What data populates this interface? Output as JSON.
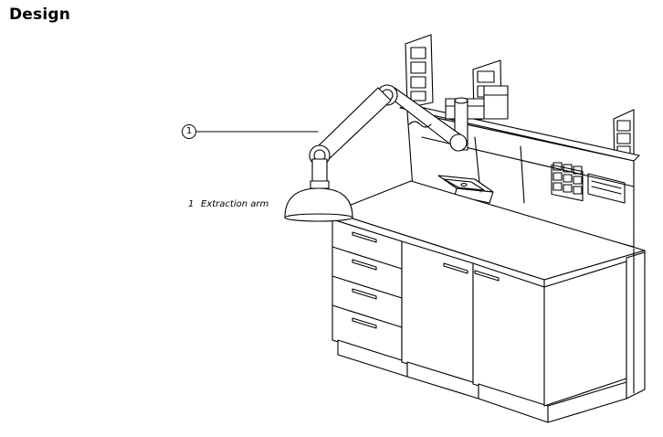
{
  "heading": "Design",
  "callout": {
    "number": "1"
  },
  "legend": {
    "number": "1",
    "label": "Extraction arm"
  }
}
